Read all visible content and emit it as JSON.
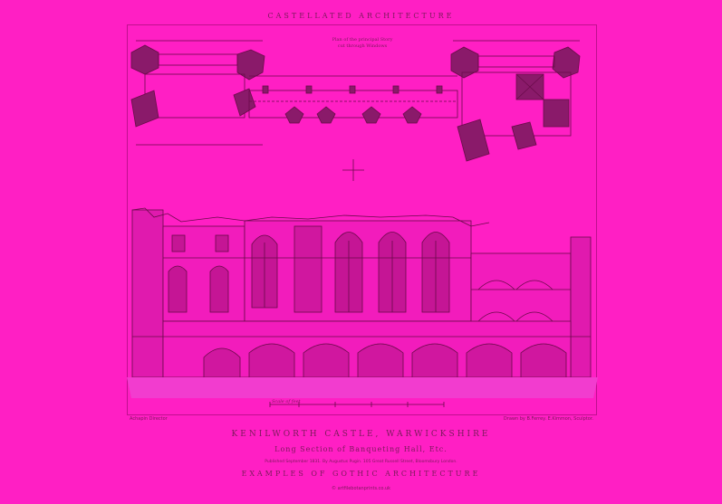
{
  "plate": {
    "header": "CASTELLATED ARCHITECTURE",
    "plan_caption_line1": "Plan of the principal Story",
    "plan_caption_line2": "cut through Windows",
    "credit_left": "Achapin Director",
    "credit_right": "Drawn by B.Ferrey. E.Kimmon, Sculptor.",
    "title": "KENILWORTH CASTLE, WARWICKSHIRE",
    "subtitle": "Long Section of Banqueting Hall, Etc.",
    "publisher": "Published September 1831. By Augustus Pugin. 105 Great Russell Street, Bloomsbury London.",
    "series": "EXAMPLES OF GOTHIC ARCHITECTURE",
    "website": "© artfilebotanprints.co.uk",
    "scale_label": "Scale of feet"
  },
  "colors": {
    "background": "#ff1fc4",
    "ink": "#6a0a4a"
  }
}
